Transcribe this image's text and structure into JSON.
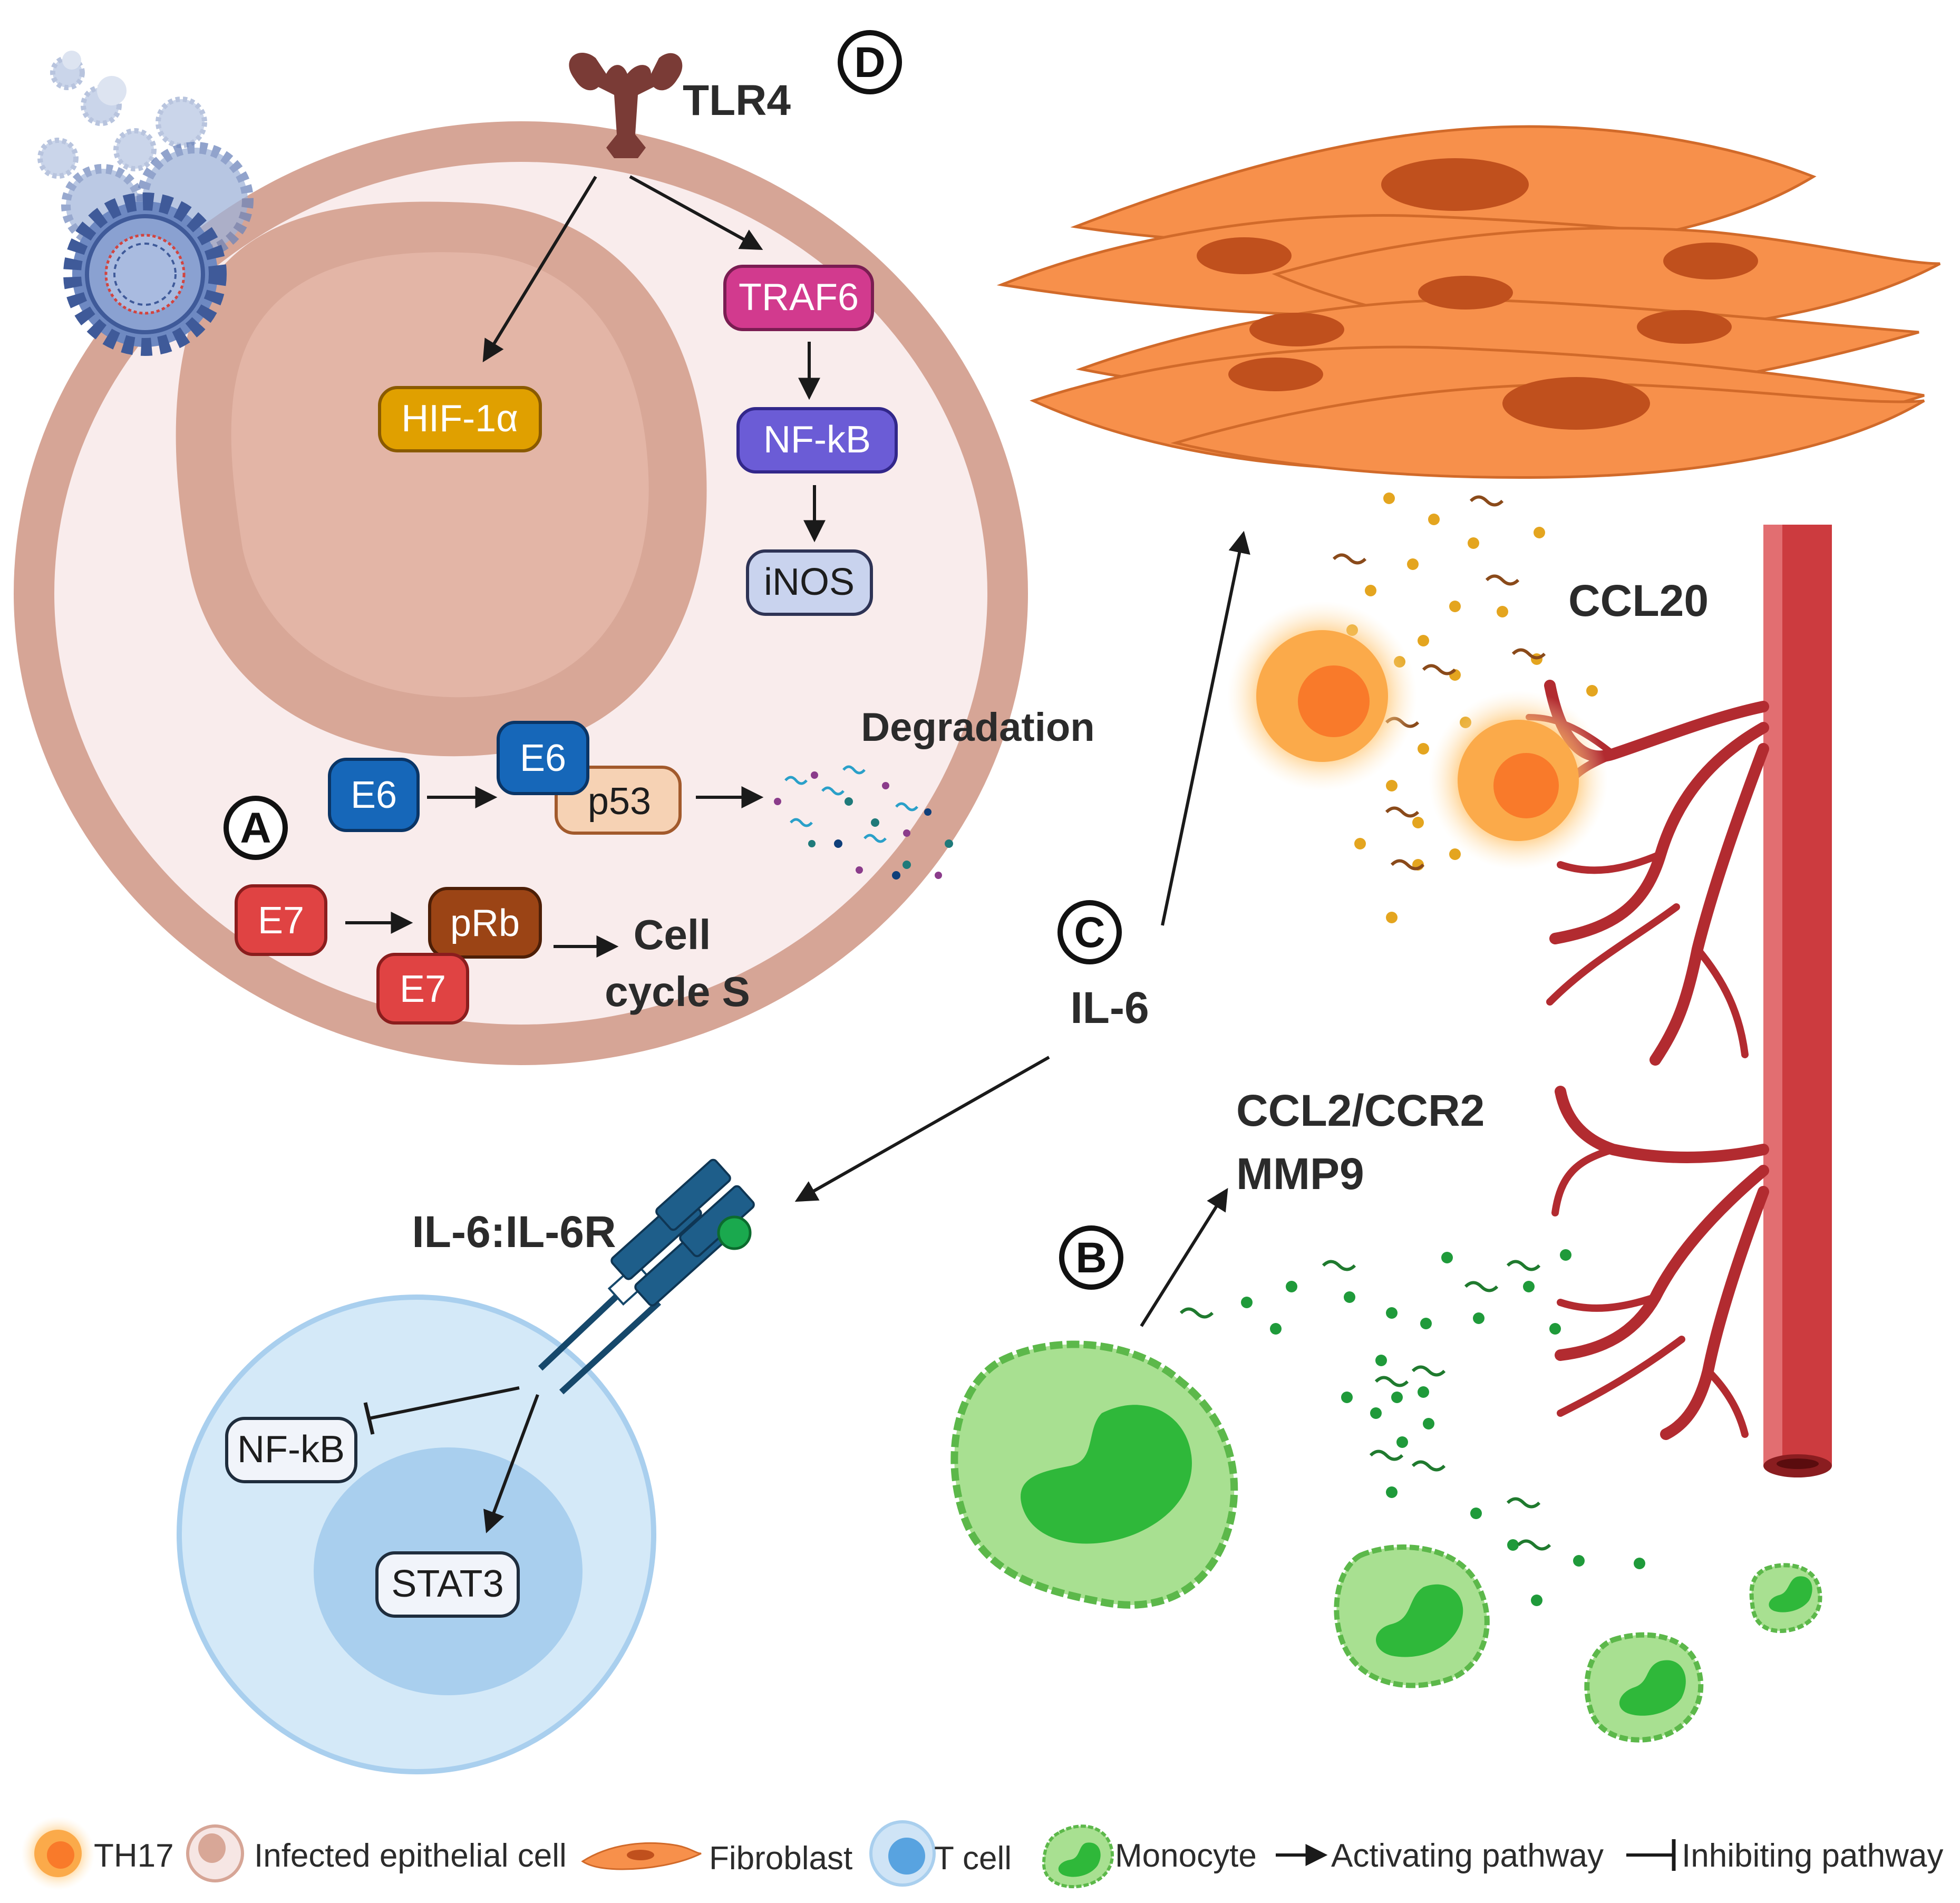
{
  "markers": {
    "a": "A",
    "b": "B",
    "c": "C",
    "d": "D"
  },
  "receptor": {
    "tlr4": "TLR4",
    "il6r": "IL-6:IL-6R"
  },
  "nodes": {
    "hif": "HIF-1α",
    "traf6": "TRAF6",
    "nfkb_top": "NF-kB",
    "inos": "iNOS",
    "e6_left": "E6",
    "e6_bound": "E6",
    "p53": "p53",
    "degradation": "Degradation",
    "e7_left": "E7",
    "prb": "pRb",
    "e7_bound": "E7",
    "cell_cycle_line1": "Cell",
    "cell_cycle_line2": "cycle S",
    "nfkb_tcell": "NF-kB",
    "stat3": "STAT3"
  },
  "labels": {
    "ccl20": "CCL20",
    "il6": "IL-6",
    "ccl2_line1": "CCL2/CCR2",
    "ccl2_line2": "MMP9"
  },
  "legend": {
    "th17": "TH17",
    "epithelial": "Infected epithelial cell",
    "fibroblast": "Fibroblast",
    "tcell": "T cell",
    "monocyte": "Monocyte",
    "activating": "Activating pathway",
    "inhibiting": "Inhibiting pathway"
  },
  "colors": {
    "hif": "#e0a000",
    "traf6": "#d23a8e",
    "nfkb_top": "#6b5cd6",
    "inos": "#c9d3ee",
    "e6": "#1667b9",
    "p53": "#f6d2b4",
    "e7": "#e04343",
    "prb": "#9b4415",
    "fibroblast": "#f7904b",
    "th17": "#f97a2a",
    "monocyte": "#7fd36a",
    "tcell": "#bfe0f6",
    "vessel": "#cc3b3f"
  }
}
